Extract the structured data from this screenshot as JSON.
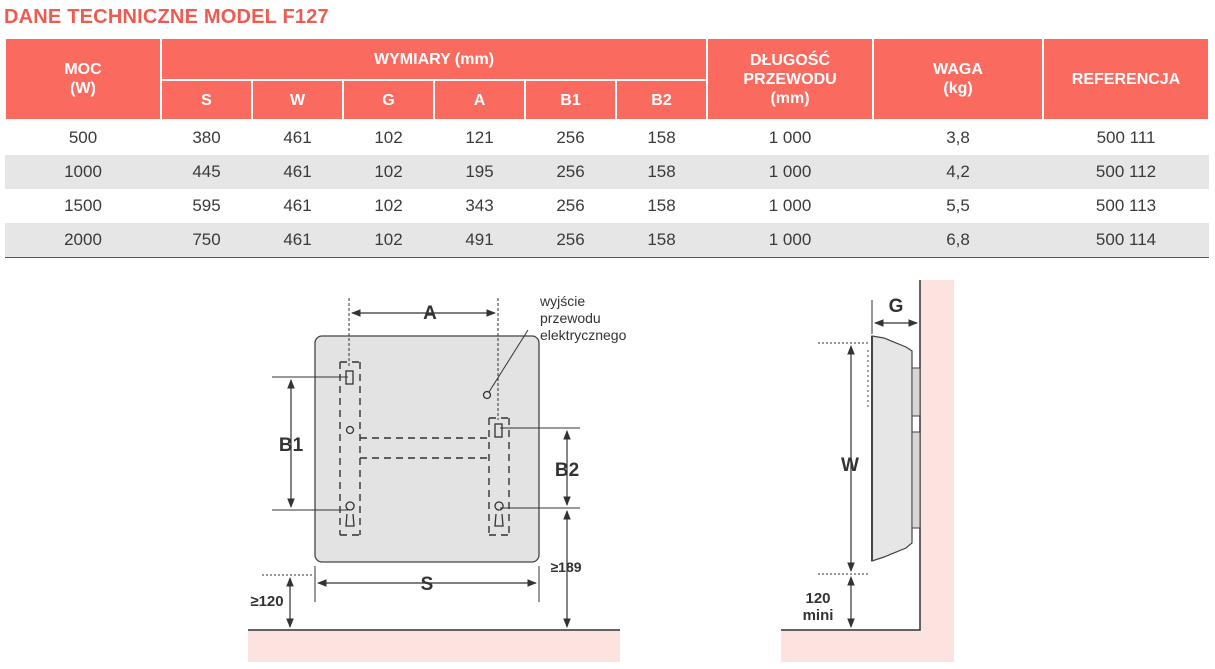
{
  "title": "DANE TECHNICZNE MODEL F127",
  "table": {
    "headers": {
      "moc_line1": "MOC",
      "moc_line2": "(W)",
      "wymiary": "WYMIARY (mm)",
      "dims": [
        "S",
        "W",
        "G",
        "A",
        "B1",
        "B2"
      ],
      "dlugosc_line1": "DŁUGOŚĆ",
      "dlugosc_line2": "PRZEWODU",
      "dlugosc_line3": "(mm)",
      "waga_line1": "WAGA",
      "waga_line2": "(kg)",
      "referencja": "REFERENCJA"
    },
    "rows": [
      [
        "500",
        "380",
        "461",
        "102",
        "121",
        "256",
        "158",
        "1 000",
        "3,8",
        "500 111"
      ],
      [
        "1000",
        "445",
        "461",
        "102",
        "195",
        "256",
        "158",
        "1 000",
        "4,2",
        "500 112"
      ],
      [
        "1500",
        "595",
        "461",
        "102",
        "343",
        "256",
        "158",
        "1 000",
        "5,5",
        "500 113"
      ],
      [
        "2000",
        "750",
        "461",
        "102",
        "491",
        "256",
        "158",
        "1 000",
        "6,8",
        "500 114"
      ]
    ]
  },
  "front_view": {
    "label_a": "A",
    "label_b1": "B1",
    "label_b2": "B2",
    "label_s": "S",
    "label_floor": "≥120",
    "label_side": "≥189",
    "note_line1": "wyjście",
    "note_line2": "przewodu",
    "note_line3": "elektrycznego"
  },
  "side_view": {
    "label_g": "G",
    "label_w": "W",
    "label_min_line1": "120",
    "label_min_line2": "mini"
  },
  "colors": {
    "header": "#fa6a5f",
    "title": "#f05a4f",
    "wall": "#fde3df",
    "panel": "#e3e3e3"
  }
}
